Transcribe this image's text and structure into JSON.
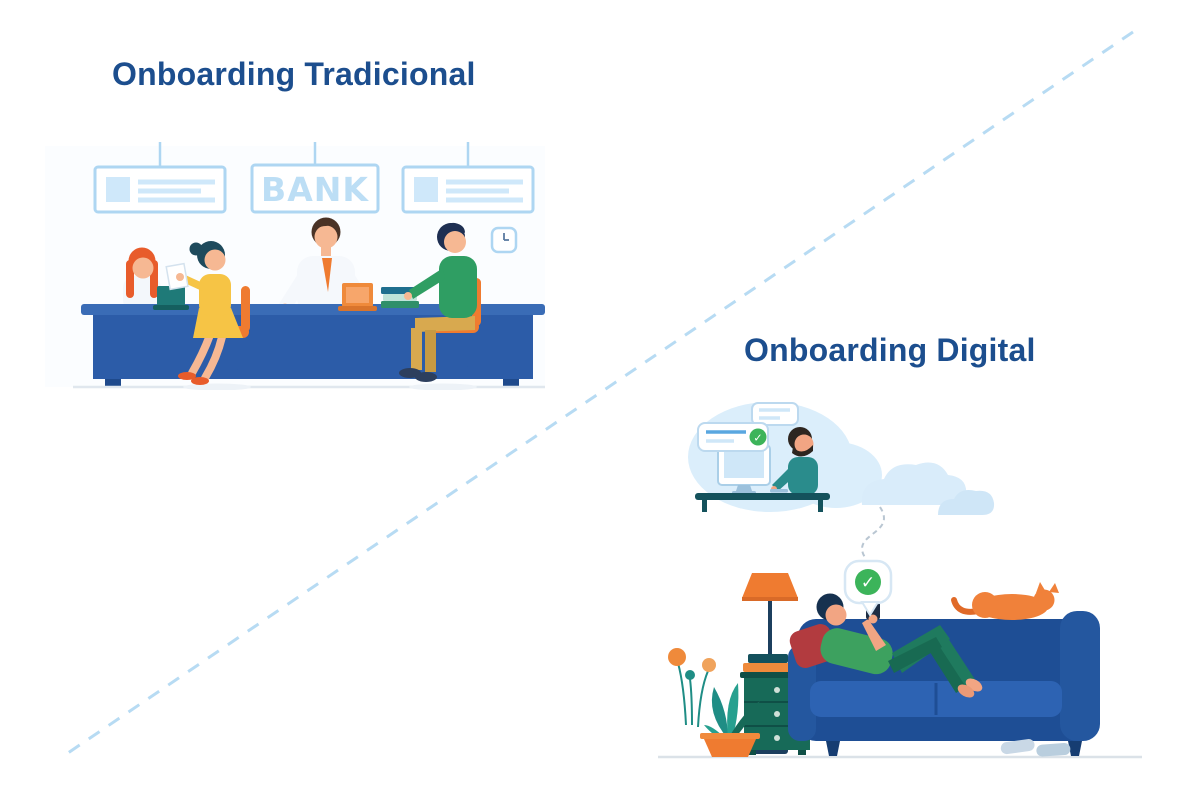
{
  "page": {
    "background": "#ffffff"
  },
  "divider": {
    "color": "#b7dbf3",
    "style": "dashed"
  },
  "sections": {
    "traditional": {
      "title": "Onboarding Tradicional",
      "bank_sign": "BANK"
    },
    "digital": {
      "title": "Onboarding Digital"
    }
  },
  "icons": {
    "check": "✓"
  },
  "colors": {
    "title_blue": "#1c4e8e",
    "divider_blue": "#b7dbf3",
    "sign_blue": "#aed6f2",
    "desk_blue": "#2c5ca8",
    "sofa_blue": "#1e4e95",
    "orange": "#ef7b30",
    "green": "#2f9e63",
    "teal": "#1f8d85",
    "success_green": "#3cb45a"
  }
}
